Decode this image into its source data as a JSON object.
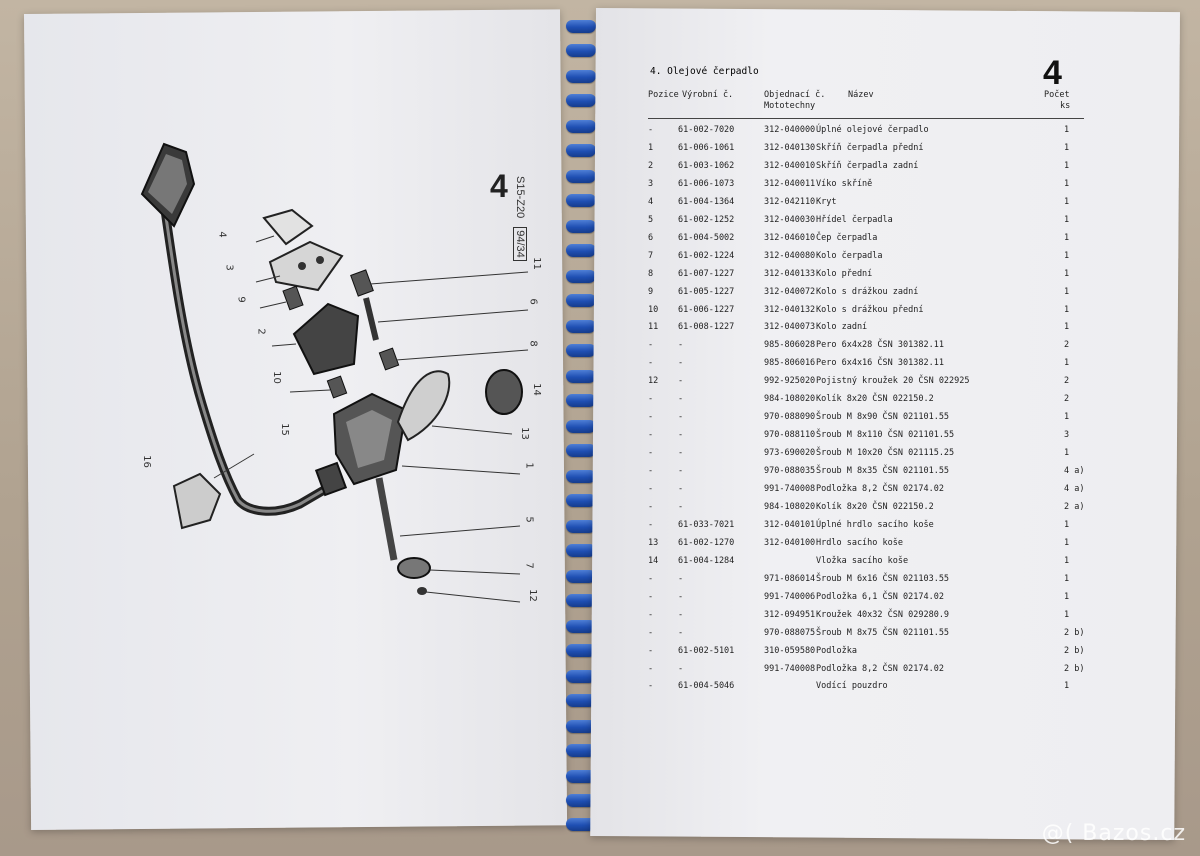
{
  "left_page": {
    "page_number": "4",
    "sheet_code_lines": [
      "S15-Z20",
      "94/34"
    ],
    "part_labels": [
      "4",
      "3",
      "9",
      "2",
      "10",
      "16",
      "15",
      "11",
      "6",
      "8",
      "14",
      "13",
      "1",
      "5",
      "7",
      "12"
    ]
  },
  "right_page": {
    "section_title": "4. Olejové čerpadlo",
    "page_number": "4",
    "headers": {
      "pozice": "Pozice",
      "vyrobni": "Výrobní č.",
      "objednaci": "Objednací č.",
      "objednaci2": "Mototechny",
      "nazev": "Název",
      "pocet": "Počet",
      "pocet2": "ks"
    },
    "rows": [
      {
        "pos": "-",
        "vyr": "61-002-7020",
        "obj": "312-040000",
        "naz": "Úplné olejové čerpadlo",
        "ks": "1"
      },
      {
        "pos": "1",
        "vyr": "61-006-1061",
        "obj": "312-040130",
        "naz": "Skříň čerpadla přední",
        "ks": "1"
      },
      {
        "pos": "2",
        "vyr": "61-003-1062",
        "obj": "312-040010",
        "naz": "Skříň čerpadla zadní",
        "ks": "1"
      },
      {
        "pos": "3",
        "vyr": "61-006-1073",
        "obj": "312-040011",
        "naz": "Víko skříně",
        "ks": "1"
      },
      {
        "pos": "4",
        "vyr": "61-004-1364",
        "obj": "312-042110",
        "naz": "Kryt",
        "ks": "1"
      },
      {
        "pos": "5",
        "vyr": "61-002-1252",
        "obj": "312-040030",
        "naz": "Hřídel čerpadla",
        "ks": "1"
      },
      {
        "pos": "6",
        "vyr": "61-004-5002",
        "obj": "312-046010",
        "naz": "Čep čerpadla",
        "ks": "1"
      },
      {
        "pos": "7",
        "vyr": "61-002-1224",
        "obj": "312-040080",
        "naz": "Kolo čerpadla",
        "ks": "1"
      },
      {
        "pos": "8",
        "vyr": "61-007-1227",
        "obj": "312-040133",
        "naz": "Kolo přední",
        "ks": "1"
      },
      {
        "pos": "9",
        "vyr": "61-005-1227",
        "obj": "312-040072",
        "naz": "Kolo s drážkou zadní",
        "ks": "1"
      },
      {
        "pos": "10",
        "vyr": "61-006-1227",
        "obj": "312-040132",
        "naz": "Kolo s drážkou přední",
        "ks": "1"
      },
      {
        "pos": "11",
        "vyr": "61-008-1227",
        "obj": "312-040073",
        "naz": "Kolo zadní",
        "ks": "1"
      },
      {
        "pos": "-",
        "vyr": "-",
        "obj": "985-806028",
        "naz": "Pero 6x4x28 ČSN 301382.11",
        "ks": "2"
      },
      {
        "pos": "-",
        "vyr": "-",
        "obj": "985-806016",
        "naz": "Pero 6x4x16 ČSN 301382.11",
        "ks": "1"
      },
      {
        "pos": "12",
        "vyr": "-",
        "obj": "992-925020",
        "naz": "Pojistný kroužek 20 ČSN 022925",
        "ks": "2"
      },
      {
        "pos": "-",
        "vyr": "-",
        "obj": "984-108020",
        "naz": "Kolík 8x20 ČSN 022150.2",
        "ks": "2"
      },
      {
        "pos": "-",
        "vyr": "-",
        "obj": "970-088090",
        "naz": "Šroub M 8x90 ČSN 021101.55",
        "ks": "1"
      },
      {
        "pos": "-",
        "vyr": "-",
        "obj": "970-088110",
        "naz": "Šroub M 8x110 ČSN 021101.55",
        "ks": "3"
      },
      {
        "pos": "-",
        "vyr": "-",
        "obj": "973-690020",
        "naz": "Šroub M 10x20 ČSN 021115.25",
        "ks": "1"
      },
      {
        "pos": "-",
        "vyr": "-",
        "obj": "970-088035",
        "naz": "Šroub M 8x35 ČSN 021101.55",
        "ks": "4 a)"
      },
      {
        "pos": "-",
        "vyr": "-",
        "obj": "991-740008",
        "naz": "Podložka 8,2 ČSN 02174.02",
        "ks": "4 a)"
      },
      {
        "pos": "-",
        "vyr": "-",
        "obj": "984-108020",
        "naz": "Kolík 8x20 ČSN 022150.2",
        "ks": "2 a)"
      },
      {
        "pos": "-",
        "vyr": "61-033-7021",
        "obj": "312-040101",
        "naz": "Úplné hrdlo sacího koše",
        "ks": "1"
      },
      {
        "pos": "13",
        "vyr": "61-002-1270",
        "obj": "312-040100",
        "naz": "Hrdlo sacího koše",
        "ks": "1"
      },
      {
        "pos": "14",
        "vyr": "61-004-1284",
        "obj": "",
        "naz": "Vložka sacího koše",
        "ks": "1"
      },
      {
        "pos": "-",
        "vyr": "-",
        "obj": "971-086014",
        "naz": "Šroub M 6x16 ČSN 021103.55",
        "ks": "1"
      },
      {
        "pos": "-",
        "vyr": "-",
        "obj": "991-740006",
        "naz": "Podložka 6,1 ČSN 02174.02",
        "ks": "1"
      },
      {
        "pos": "-",
        "vyr": "-",
        "obj": "312-094951",
        "naz": "Kroužek 40x32 ČSN 029280.9",
        "ks": "1"
      },
      {
        "pos": "-",
        "vyr": "-",
        "obj": "970-088075",
        "naz": "Šroub M 8x75 ČSN 021101.55",
        "ks": "2 b)"
      },
      {
        "pos": "-",
        "vyr": "61-002-5101",
        "obj": "310-059580",
        "naz": "Podložka",
        "ks": "2 b)"
      },
      {
        "pos": "-",
        "vyr": "-",
        "obj": "991-740008",
        "naz": "Podložka 8,2 ČSN 02174.02",
        "ks": "2 b)"
      },
      {
        "pos": "-",
        "vyr": "61-004-5046",
        "obj": "",
        "naz": "Vodící pouzdro",
        "ks": "1"
      }
    ]
  },
  "watermark": "@( Bazos.cz"
}
